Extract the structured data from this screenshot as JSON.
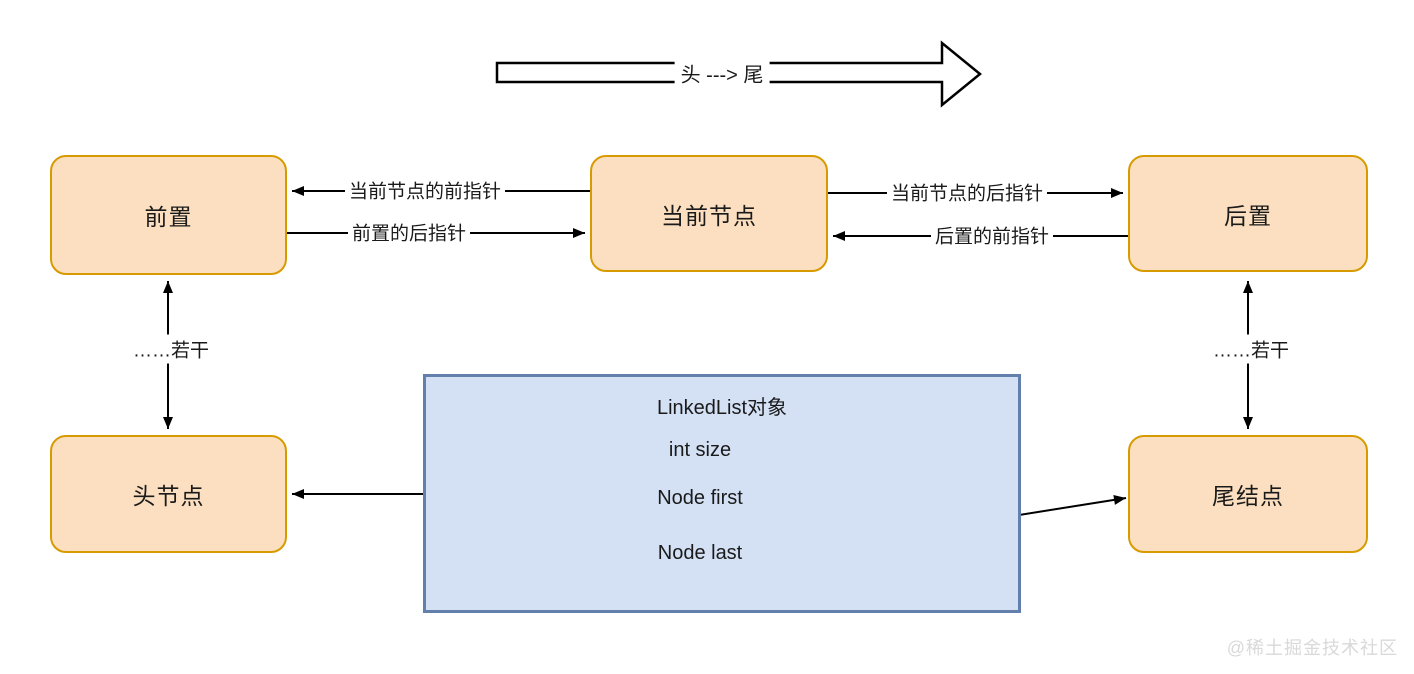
{
  "diagram": {
    "direction_arrow": {
      "label": "头 ---> 尾"
    },
    "nodes": {
      "prev": {
        "label": "前置"
      },
      "current": {
        "label": "当前节点"
      },
      "next": {
        "label": "后置"
      },
      "head": {
        "label": "头节点"
      },
      "tail": {
        "label": "尾结点"
      }
    },
    "edges": {
      "current_to_prev": "当前节点的前指针",
      "prev_to_current": "前置的后指针",
      "current_to_next": "当前节点的后指针",
      "next_to_current": "后置的前指针",
      "left_ellipsis": "……若干",
      "right_ellipsis": "……若干"
    },
    "linkedlist_object": {
      "title": "LinkedList对象",
      "fields": [
        "int size",
        "Node first",
        "Node last"
      ]
    },
    "watermark": "@稀土掘金技术社区",
    "colors": {
      "node_fill": "#fbdfc0",
      "node_border": "#d79b00",
      "object_fill": "#d4e1f5",
      "object_border": "#6380ac",
      "line": "#000000",
      "watermark": "#d9d9d9"
    }
  }
}
